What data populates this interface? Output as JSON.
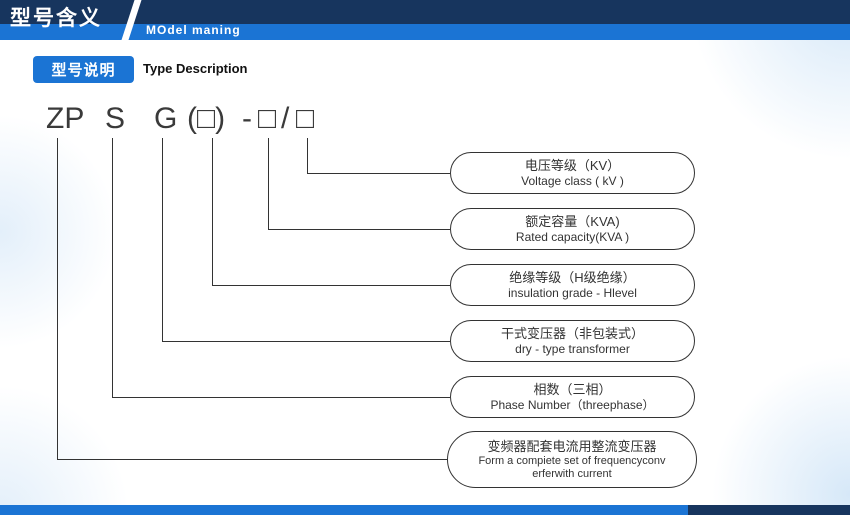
{
  "header": {
    "title": "型号含义",
    "subtitle": "MOdel maning"
  },
  "section": {
    "badge": "型号说明",
    "label": "Type Description"
  },
  "code": {
    "p0": "ZP",
    "p1": "S",
    "p2": "G",
    "p3": "(□)",
    "p4": "-",
    "p5": "□",
    "p6": "/",
    "p7": "□"
  },
  "boxes": [
    {
      "cn": "电压等级（KV）",
      "en": "Voltage class ( kV )"
    },
    {
      "cn": "额定容量（KVA)",
      "en": "Rated capacity(KVA )"
    },
    {
      "cn": "绝缘等级（H级绝缘）",
      "en": "insulation grade - Hlevel"
    },
    {
      "cn": "干式变压器（非包装式）",
      "en": "dry - type transformer"
    },
    {
      "cn": "相数（三相）",
      "en": "Phase Number（threephase）"
    },
    {
      "cn": "变频器配套电流用整流变压器",
      "en": "Form a compiete set of frequencyconv",
      "en2": "erferwith current"
    }
  ],
  "colors": {
    "accent": "#1b74d4",
    "navy": "#17355e",
    "line": "#333333"
  }
}
